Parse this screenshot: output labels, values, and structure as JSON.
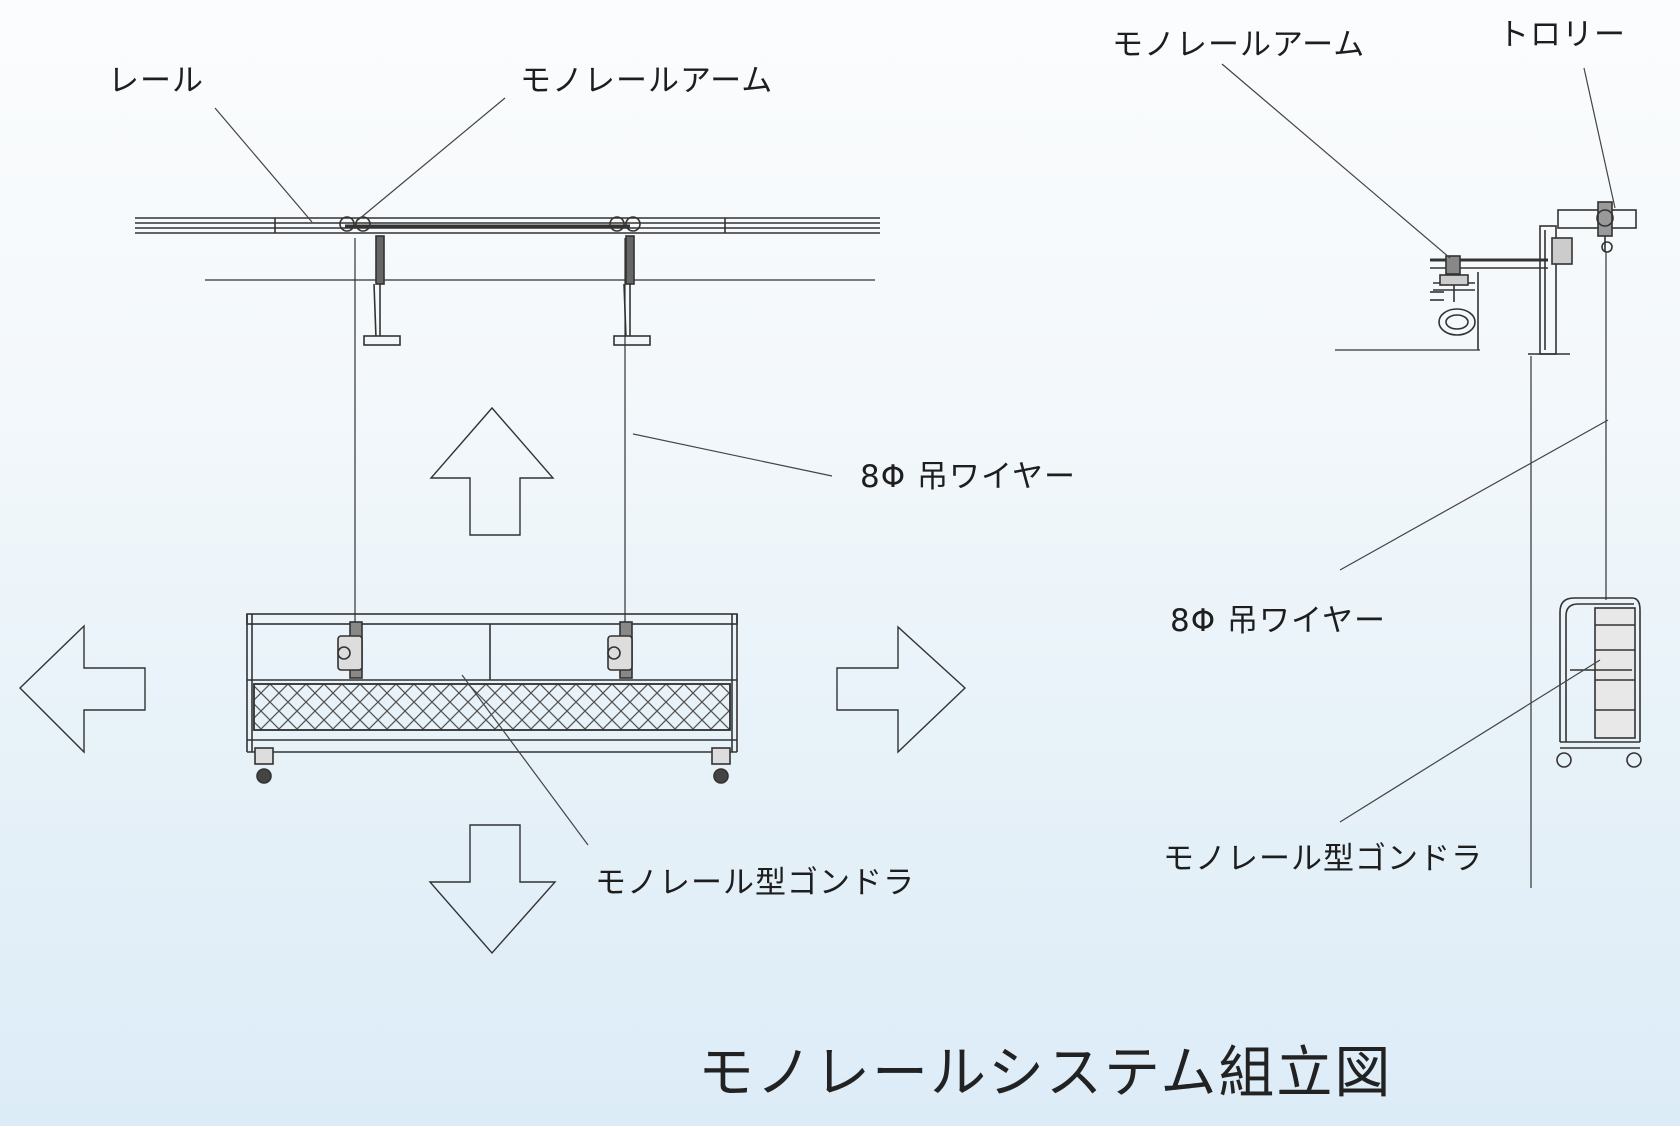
{
  "front_view": {
    "rail_label": "レール",
    "arm_label": "モノレールアーム",
    "wire_label": "8Φ 吊ワイヤー",
    "gondola_label": "モノレール型ゴンドラ"
  },
  "side_view": {
    "arm_label": "モノレールアーム",
    "trolley_label": "トロリー",
    "wire_label": "8Φ 吊ワイヤー",
    "gondola_label": "モノレール型ゴンドラ"
  },
  "title": "モノレールシステム組立図"
}
